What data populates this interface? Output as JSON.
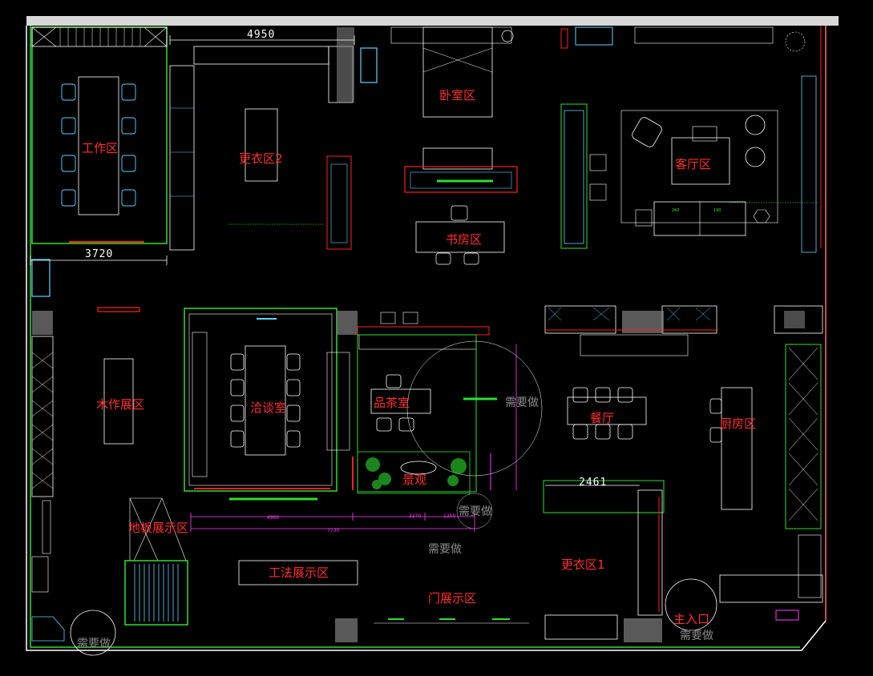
{
  "rooms": {
    "work": "工作区",
    "wardrobe2": "更衣区2",
    "bedroom": "卧室区",
    "living": "客厅区",
    "study": "书房区",
    "wood_display": "木作展区",
    "meeting": "洽谈室",
    "tea": "品茶室",
    "landscape": "景观",
    "dining": "餐厅",
    "kitchen": "厨房区",
    "floor_display": "地板展示区",
    "craft_display": "工法展示区",
    "door_display": "门展示区",
    "wardrobe1": "更衣区1",
    "entrance": "主入口"
  },
  "notes": {
    "todo": "需要做"
  },
  "dimensions": {
    "d4950": "4950",
    "d3720": "3720",
    "d2461": "2461",
    "d4960": "4960",
    "d2270": "2270",
    "d1250": "1250",
    "d7730": "7730",
    "d260": "260",
    "d190": "190"
  },
  "colors": {
    "wall": "#2ee02e",
    "furniture": "#5fd3ff",
    "accent": "#ff2020",
    "dimension": "#ffffff",
    "magenta": "#ff40ff",
    "outline": "#ffffff",
    "fill_gray": "#7f7f7f"
  }
}
